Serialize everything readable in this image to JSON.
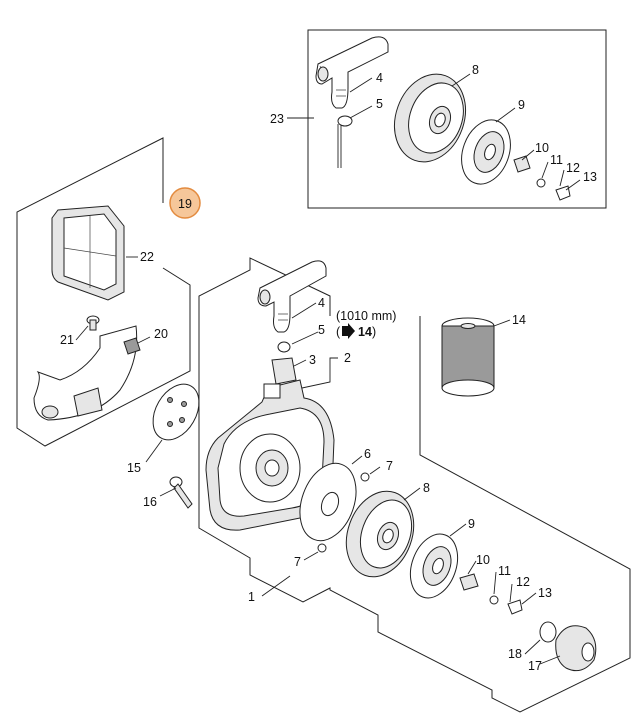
{
  "highlight": {
    "number": "19",
    "fill": "#f6c79a",
    "stroke": "#e38b3f"
  },
  "labels": {
    "l1": "1",
    "l2": "2",
    "l3": "3",
    "l4a": "4",
    "l4b": "4",
    "l5a": "5",
    "l5b": "5",
    "l6": "6",
    "l7a": "7",
    "l7b": "7",
    "l8a": "8",
    "l8b": "8",
    "l9a": "9",
    "l9b": "9",
    "l10a": "10",
    "l10b": "10",
    "l11a": "11",
    "l11b": "11",
    "l12a": "12",
    "l12b": "12",
    "l13a": "13",
    "l13b": "13",
    "l14": "14",
    "l15": "15",
    "l16": "16",
    "l17": "17",
    "l18": "18",
    "l20": "20",
    "l21": "21",
    "l22": "22",
    "l23": "23"
  },
  "rope_note": {
    "length": "(1010 mm)",
    "ref_open": "(",
    "ref_num": "14",
    "ref_close": ")"
  }
}
